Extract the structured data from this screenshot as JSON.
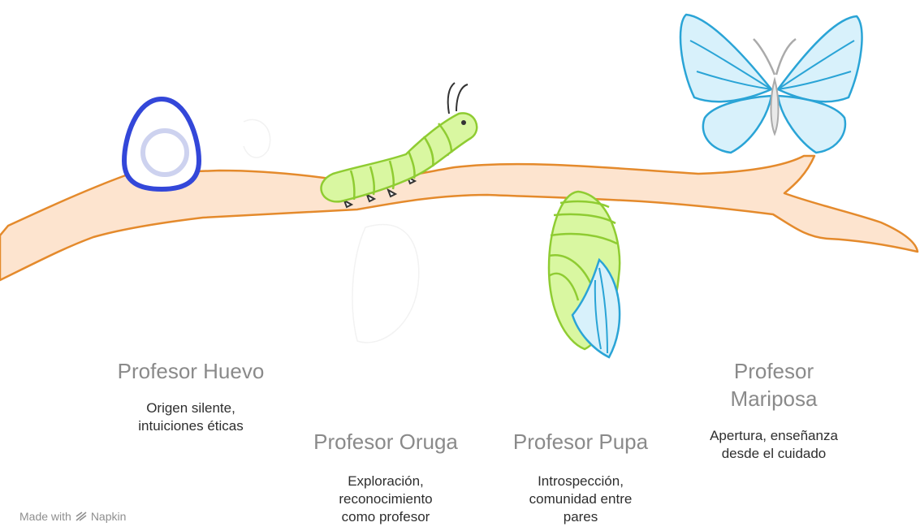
{
  "stages": [
    {
      "title": "Profesor Huevo",
      "description": "Origen silente,\nintuiciones éticas"
    },
    {
      "title": "Profesor Oruga",
      "description": "Exploración,\nreconocimiento\ncomo profesor"
    },
    {
      "title": "Profesor Pupa",
      "description": "Introspección,\ncomunidad entre\npares"
    },
    {
      "title": "Profesor\nMariposa",
      "description": "Apertura, enseñanza\ndesde el cuidado"
    }
  ],
  "footer": {
    "prefix": "Made with",
    "brand": "Napkin"
  },
  "colors": {
    "branch_fill": "#fde4cf",
    "branch_stroke": "#e48a2c",
    "egg": "#3347d9",
    "caterpillar": "#d9f7a1",
    "caterpillar_stroke": "#8fcc32",
    "wing": "#d8f1fb",
    "wing_stroke": "#2aa4d6"
  }
}
